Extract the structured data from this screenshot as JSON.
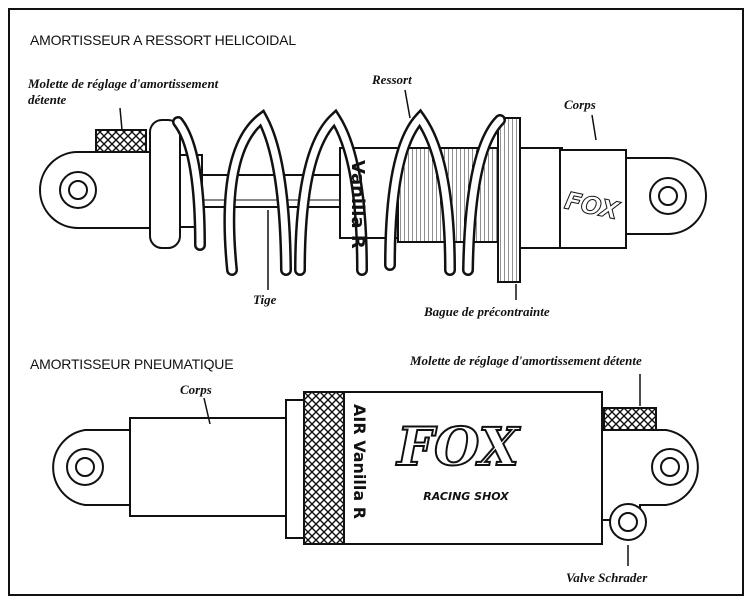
{
  "coil_shock": {
    "title": "AMORTISSEUR A RESSORT HELICOIDAL",
    "labels": {
      "rebound_knob_line1": "Molette de réglage d'amortissement",
      "rebound_knob_line2": "détente",
      "spring": "Ressort",
      "body": "Corps",
      "shaft": "Tige",
      "preload_ring": "Bague de précontrainte"
    },
    "brand_text": "FOX",
    "model_text": "Vanilla R"
  },
  "air_shock": {
    "title": "AMORTISSEUR PNEUMATIQUE",
    "labels": {
      "body": "Corps",
      "rebound_knob": "Molette de réglage d'amortissement détente",
      "schrader_valve": "Valve Schrader"
    },
    "brand_text": "FOX",
    "brand_subtext": "RACING SHOX",
    "model_text": "AIR Vanilla R"
  },
  "colors": {
    "ink": "#111111",
    "paper": "#ffffff",
    "shade": "#d8d8d8"
  }
}
